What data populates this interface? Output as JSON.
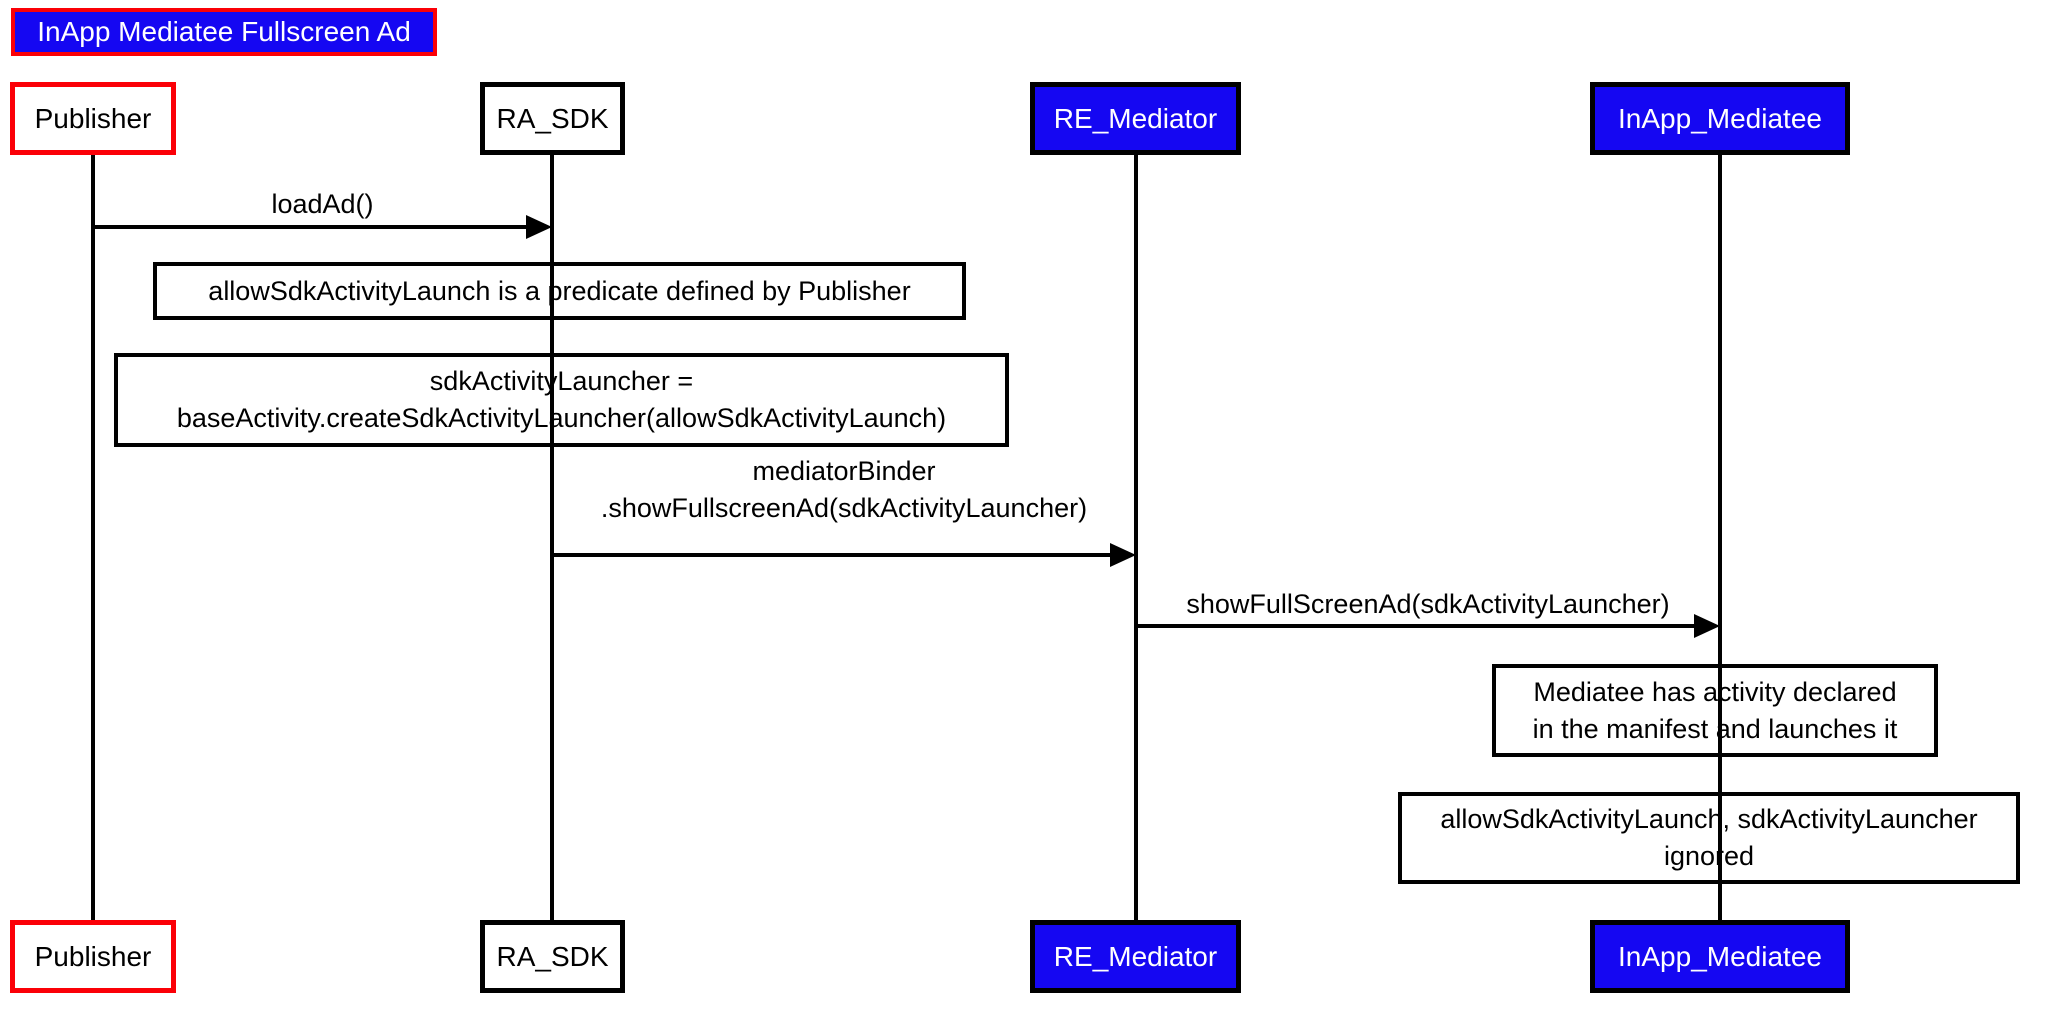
{
  "diagram_title": "InApp Mediatee Fullscreen Ad",
  "actors": [
    {
      "name": "Publisher",
      "style": "red-border"
    },
    {
      "name": "RA_SDK",
      "style": "black-border"
    },
    {
      "name": "RE_Mediator",
      "style": "blue-fill"
    },
    {
      "name": "InApp_Mediatee",
      "style": "blue-fill"
    }
  ],
  "messages": [
    {
      "from": "Publisher",
      "to": "RA_SDK",
      "lines": [
        "loadAd()"
      ]
    },
    {
      "from": "RA_SDK",
      "to": "RE_Mediator",
      "lines": [
        "mediatorBinder",
        ".showFullscreenAd(sdkActivityLauncher)"
      ]
    },
    {
      "from": "RE_Mediator",
      "to": "InApp_Mediatee",
      "lines": [
        "showFullScreenAd(sdkActivityLauncher)"
      ]
    }
  ],
  "notes": [
    {
      "over": "RA_SDK",
      "lines": [
        "allowSdkActivityLaunch is a predicate defined by Publisher"
      ]
    },
    {
      "over": "RA_SDK",
      "lines": [
        "sdkActivityLauncher =",
        "baseActivity.createSdkActivityLauncher(allowSdkActivityLaunch)"
      ]
    },
    {
      "over": "InApp_Mediatee",
      "lines": [
        "Mediatee has activity declared",
        "in the manifest and launches it"
      ]
    },
    {
      "over": "InApp_Mediatee",
      "lines": [
        "allowSdkActivityLaunch, sdkActivityLauncher",
        "ignored"
      ]
    }
  ],
  "colors": {
    "blue": "#1507f2",
    "red": "#fb0007",
    "ink": "#000000",
    "paper": "#ffffff"
  }
}
